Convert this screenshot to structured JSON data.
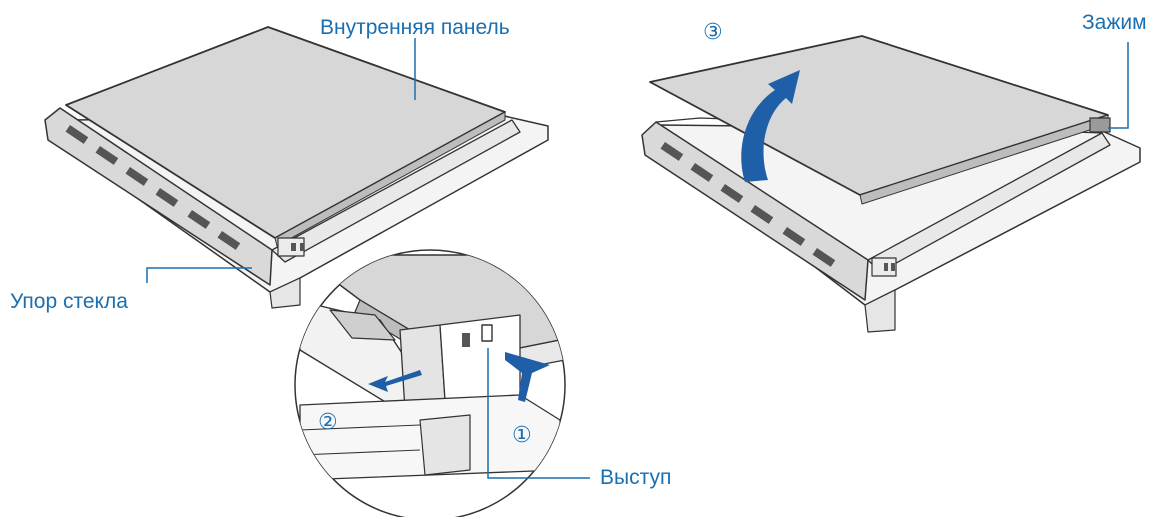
{
  "labels": {
    "inner_panel": "Внутренняя панель",
    "glass_stop": "Упор стекла",
    "clamp": "Зажим",
    "protrusion": "Выступ"
  },
  "steps": {
    "step1": "①",
    "step2": "②",
    "step3": "③"
  },
  "colors": {
    "label_blue": "#1a6fb0",
    "arrow_blue": "#1f5fa8",
    "panel_gray": "#d7d7d7",
    "line_dark": "#333333"
  }
}
